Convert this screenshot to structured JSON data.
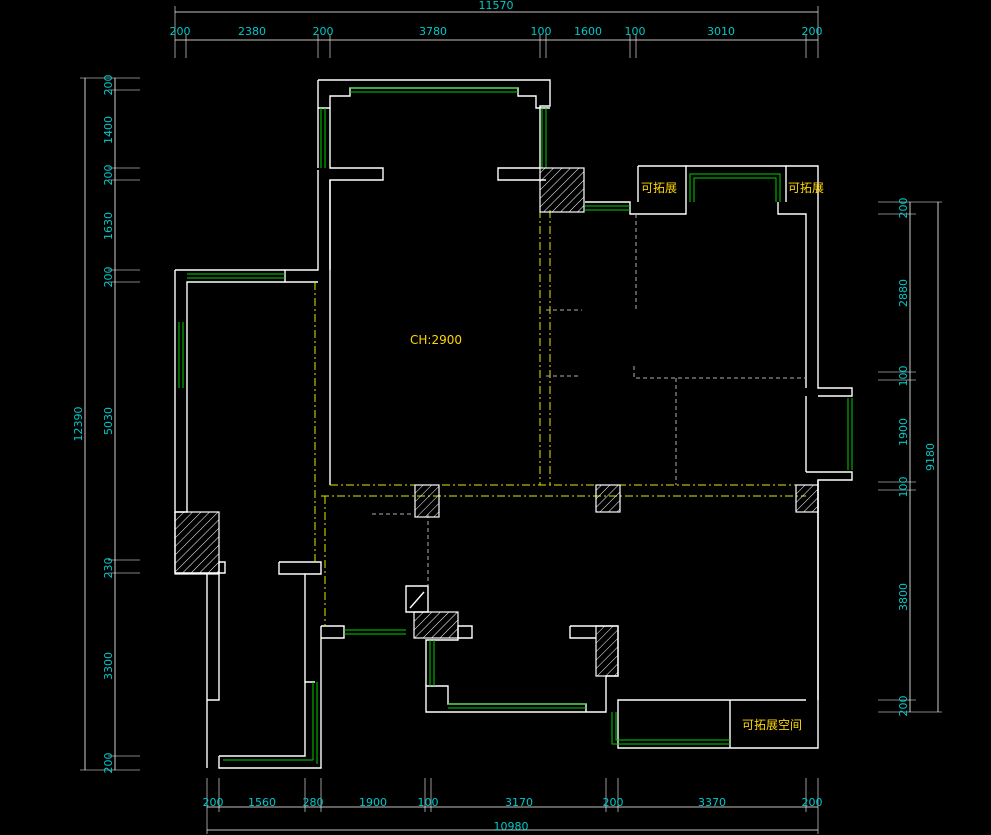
{
  "dimensions": {
    "top_total": "11570",
    "top": [
      "200",
      "2380",
      "200",
      "3780",
      "100",
      "1600",
      "100",
      "3010",
      "200"
    ],
    "bottom_total": "10980",
    "bottom": [
      "200",
      "1560",
      "280",
      "1900",
      "100",
      "3170",
      "200",
      "3370",
      "200"
    ],
    "left_total": "12390",
    "left": [
      "200",
      "1400",
      "200",
      "1630",
      "200",
      "5030",
      "230",
      "3300",
      "200"
    ],
    "right_total": "9180",
    "right": [
      "200",
      "2880",
      "100",
      "1900",
      "100",
      "3800",
      "200"
    ]
  },
  "annotations": {
    "ceiling_height": "CH:2900",
    "expandable_1": "可拓展",
    "expandable_2": "可拓展",
    "expandable_space": "可拓展空间"
  },
  "colors": {
    "background": "#000000",
    "dimension_text": "#00c8c8",
    "annotation_text": "#ffd700",
    "wall": "#ffffff",
    "window": "#00d000",
    "centerline": "#e6e600"
  }
}
